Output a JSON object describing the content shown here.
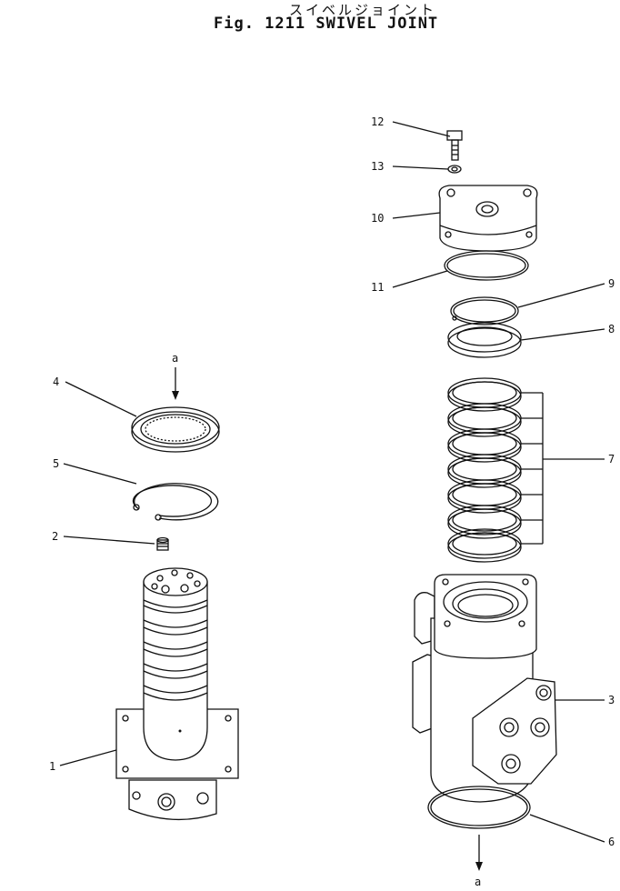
{
  "header": {
    "title_jp": "スイベルジョイント",
    "title_en": "Fig. 1211 SWIVEL JOINT"
  },
  "callouts": {
    "c1": "1",
    "c2": "2",
    "c3": "3",
    "c4": "4",
    "c5": "5",
    "c6": "6",
    "c7": "7",
    "c8": "8",
    "c9": "9",
    "c10": "10",
    "c11": "11",
    "c12": "12",
    "c13": "13"
  },
  "markers": {
    "a_top": "a",
    "a_bottom": "a"
  }
}
